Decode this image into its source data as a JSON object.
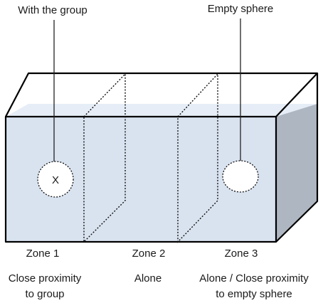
{
  "callouts": {
    "group": "With the group",
    "empty": "Empty sphere"
  },
  "sphere_mark": "X",
  "zones": [
    {
      "name": "Zone 1",
      "desc_lines": [
        "Close proximity",
        "to group"
      ]
    },
    {
      "name": "Zone 2",
      "desc_lines": [
        "Alone"
      ]
    },
    {
      "name": "Zone 3",
      "desc_lines": [
        "Alone / Close proximity",
        "to empty sphere"
      ]
    }
  ],
  "colors": {
    "water": "#d9e3f0",
    "water_top": "#e6edf6",
    "side_face": "#aeb7c1",
    "outline": "#000000"
  }
}
